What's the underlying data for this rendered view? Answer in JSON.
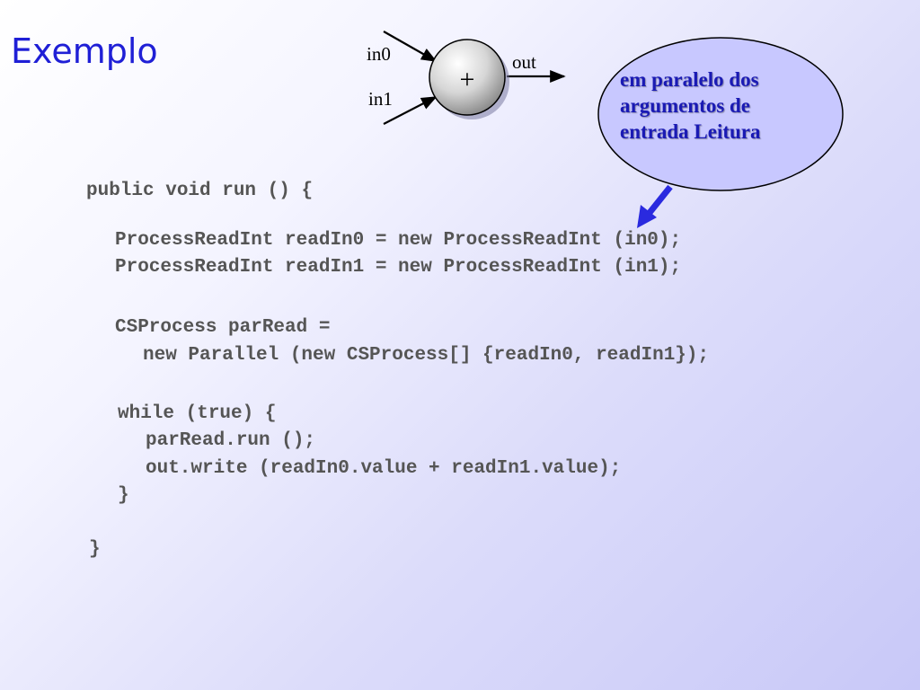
{
  "slide": {
    "title": "Exemplo"
  },
  "diagram": {
    "input_0": "in0",
    "input_1": "in1",
    "operator": "+",
    "output": "out"
  },
  "callout": {
    "lines": [
      "em paralelo dos",
      "argumentos de",
      "entrada Leitura"
    ]
  },
  "code": {
    "lines": [
      "public void run () {",
      "ProcessReadInt readIn0 = new ProcessReadInt (in0);",
      "ProcessReadInt readIn1 = new ProcessReadInt (in1);",
      "CSProcess parRead =",
      "new Parallel (new CSProcess[] {readIn0, readIn1});",
      "while (true) {",
      "parRead.run ();",
      "out.write (readIn0.value + readIn1.value);",
      "}",
      "}"
    ]
  },
  "colors": {
    "title": "#1f1fd6",
    "callout_fill": "#c8c8ff",
    "callout_text": "#1a1ab4",
    "arrow": "#2a2adf",
    "code": "#555555"
  }
}
